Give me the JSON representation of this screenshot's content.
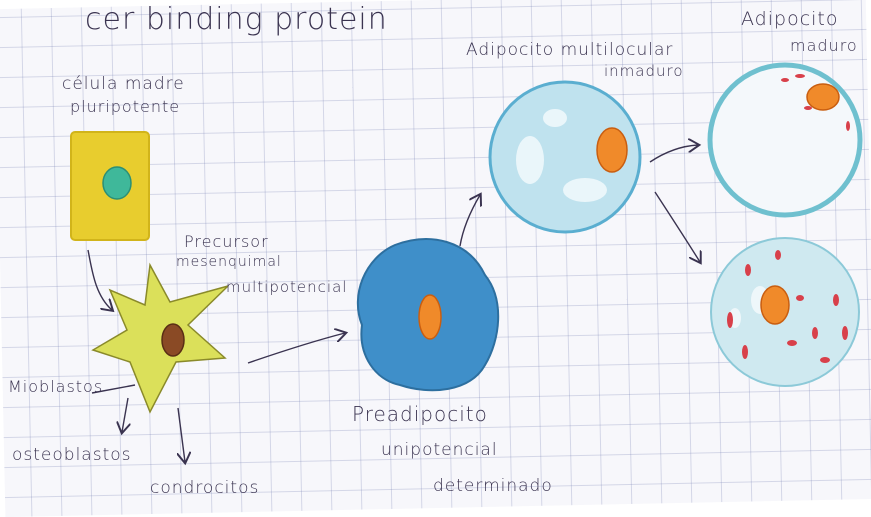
{
  "header": {
    "title_fragment": "cer binding protein"
  },
  "labels": {
    "stem_cell_line1": "célula madre",
    "stem_cell_line2": "pluripotente",
    "precursor_line1": "Precursor",
    "precursor_line2": "mesenquimal",
    "precursor_line3": "multipotencial",
    "myoblasts": "Mioblastos",
    "osteoblasts": "osteoblastos",
    "chondrocytes": "condrocitos",
    "preadipocyte_line1": "Preadipocito",
    "preadipocyte_line2": "unipotencial",
    "preadipocyte_line3": "determinado",
    "multilocular_line1": "Adipocito multilocular",
    "multilocular_line2": "inmaduro",
    "mature_line1": "Adipocito",
    "mature_line2": "maduro"
  },
  "colors": {
    "stem_cell_fill": "#e8cd2e",
    "stem_nucleus": "#3fb89a",
    "precursor_fill": "#dbe05a",
    "precursor_nucleus": "#8a4a25",
    "preadipocyte_fill": "#3f8fc9",
    "cell_nucleus": "#f08a2a",
    "adipocyte_fill": "#bfe2ee",
    "lipid_droplet": "#d8404a",
    "ink": "#3a3350"
  }
}
